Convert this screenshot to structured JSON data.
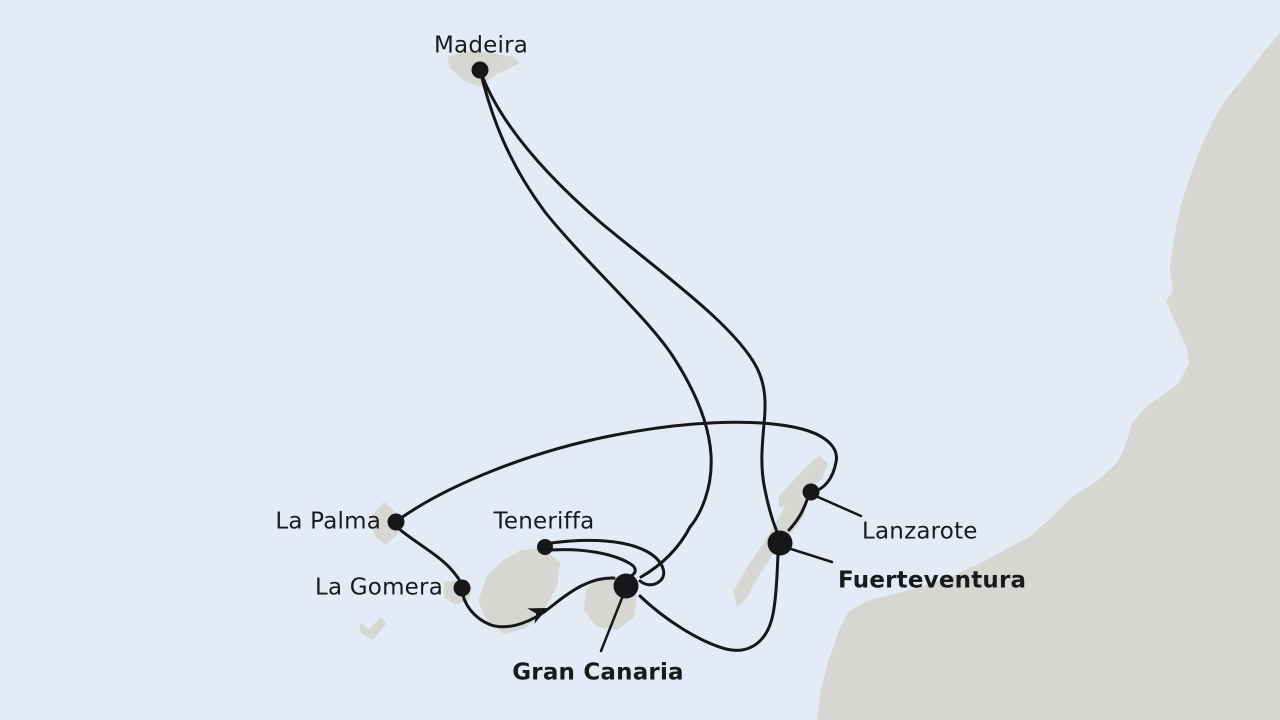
{
  "map": {
    "ports": [
      {
        "id": "madeira",
        "label": "Madeira",
        "emphasized": false,
        "dot": "small"
      },
      {
        "id": "la-palma",
        "label": "La Palma",
        "emphasized": false,
        "dot": "small"
      },
      {
        "id": "la-gomera",
        "label": "La Gomera",
        "emphasized": false,
        "dot": "small"
      },
      {
        "id": "teneriffa",
        "label": "Teneriffa",
        "emphasized": false,
        "dot": "small"
      },
      {
        "id": "gran-canaria",
        "label": "Gran Canaria",
        "emphasized": true,
        "dot": "large"
      },
      {
        "id": "fuerteventura",
        "label": "Fuerteventura",
        "emphasized": true,
        "dot": "large"
      },
      {
        "id": "lanzarote",
        "label": "Lanzarote",
        "emphasized": false,
        "dot": "small"
      }
    ],
    "legs": [
      {
        "from": "Madeira",
        "to": "Gran Canaria",
        "direction_arrow": false
      },
      {
        "from": "Madeira",
        "to": "Fuerteventura",
        "direction_arrow": false
      },
      {
        "from": "La Palma",
        "to": "Lanzarote",
        "direction_arrow": false
      },
      {
        "from": "Lanzarote",
        "to": "Fuerteventura",
        "direction_arrow": false
      },
      {
        "from": "Fuerteventura",
        "to": "Gran Canaria",
        "direction_arrow": false
      },
      {
        "from": "Gran Canaria",
        "to": "Teneriffa",
        "direction_arrow": false
      },
      {
        "from": "Teneriffa",
        "to": "Gran Canaria",
        "direction_arrow": false
      },
      {
        "from": "Gran Canaria",
        "to": "La Gomera",
        "direction_arrow": true
      },
      {
        "from": "La Gomera",
        "to": "La Palma",
        "direction_arrow": false
      }
    ],
    "colors": {
      "sea": "#e4ebf7",
      "land": "#d6d7d3",
      "route": "#17171a",
      "text": "#1a1a1d"
    }
  }
}
